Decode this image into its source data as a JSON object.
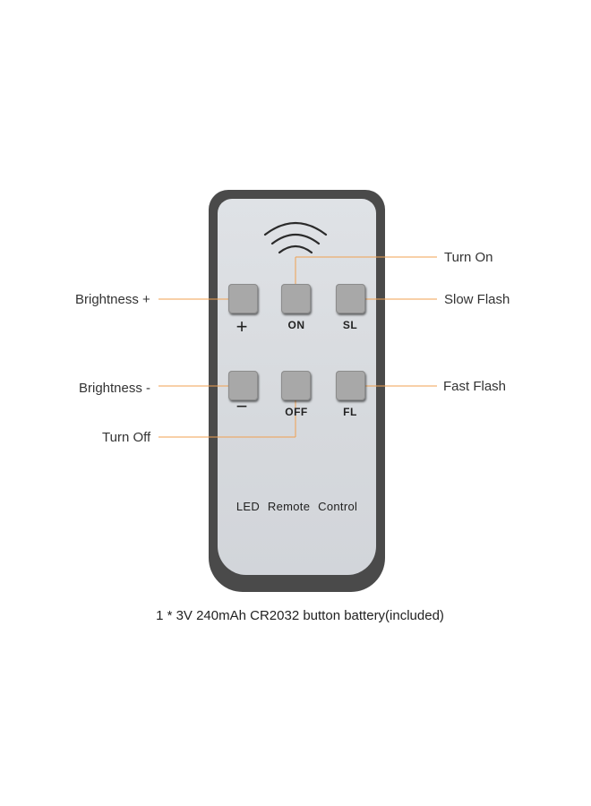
{
  "remote": {
    "brand_label": "LED Remote Control",
    "buttons": {
      "brightness_up": {
        "symbol": "+"
      },
      "on": {
        "label": "ON"
      },
      "slow_flash": {
        "label": "SL"
      },
      "brightness_down": {
        "symbol": "−"
      },
      "off": {
        "label": "OFF"
      },
      "fast_flash": {
        "label": "FL"
      }
    }
  },
  "callouts": {
    "turn_on": "Turn On",
    "brightness_plus": "Brightness +",
    "slow_flash": "Slow Flash",
    "brightness_minus": "Brightness -",
    "fast_flash": "Fast Flash",
    "turn_off": "Turn Off"
  },
  "battery_note": "1 * 3V 240mAh CR2032 button battery(included)",
  "colors": {
    "callout_line": "#f0a050",
    "body": "#4a4a4a",
    "face": "#d9dde2",
    "button": "#a8a8a8"
  },
  "icons": {
    "signal": "wireless-signal-icon"
  }
}
